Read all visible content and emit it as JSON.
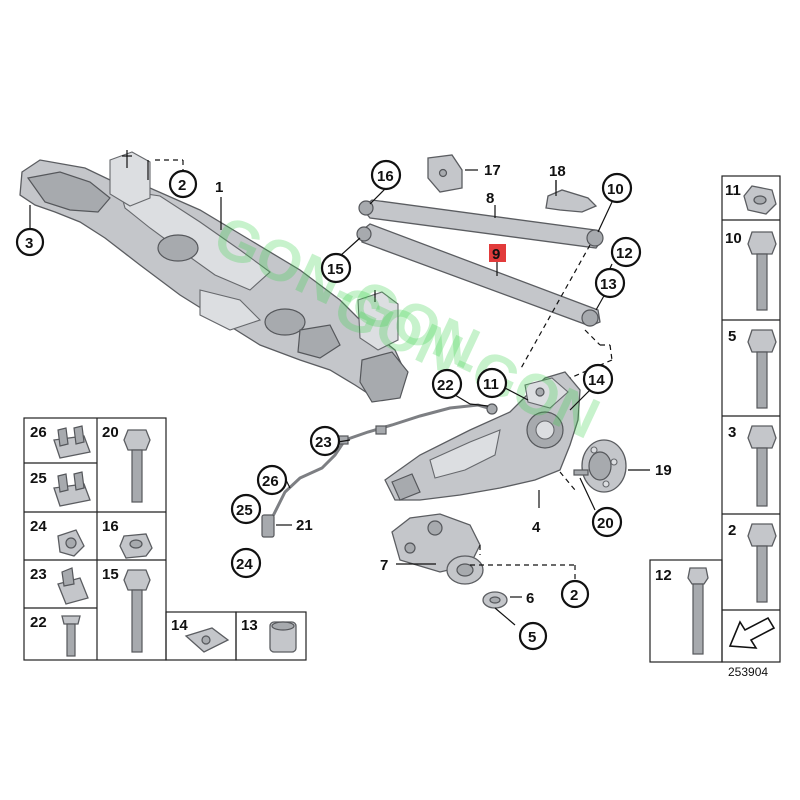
{
  "diagram": {
    "watermark": [
      "GON-GON",
      "GON-GON"
    ],
    "callouts": {
      "c1": "1",
      "c2a": "2",
      "c2b": "2",
      "c3": "3",
      "c4": "4",
      "c5": "5",
      "c6": "6",
      "c7": "7",
      "c8": "8",
      "c9": "9",
      "c10": "10",
      "c11": "11",
      "c12": "12",
      "c13": "13",
      "c14": "14",
      "c15": "15",
      "c16": "16",
      "c17": "17",
      "c18": "18",
      "c19": "19",
      "c20": "20",
      "c21": "21",
      "c22": "22",
      "c23": "23",
      "c24": "24",
      "c25": "25",
      "c26": "26"
    },
    "left_grid": {
      "r1a": "26",
      "r1b": "20",
      "r2a": "25",
      "r3a": "24",
      "r3b": "16",
      "r4a": "23",
      "r4b": "15",
      "r5a": "22",
      "b1": "14",
      "b2": "13"
    },
    "right_grid": {
      "s1": "11",
      "s2": "10",
      "s3": "5",
      "s4": "3",
      "s5": "2",
      "s6": "12"
    },
    "diagram_number": "253904",
    "highlight_color": "#e23b3b"
  }
}
